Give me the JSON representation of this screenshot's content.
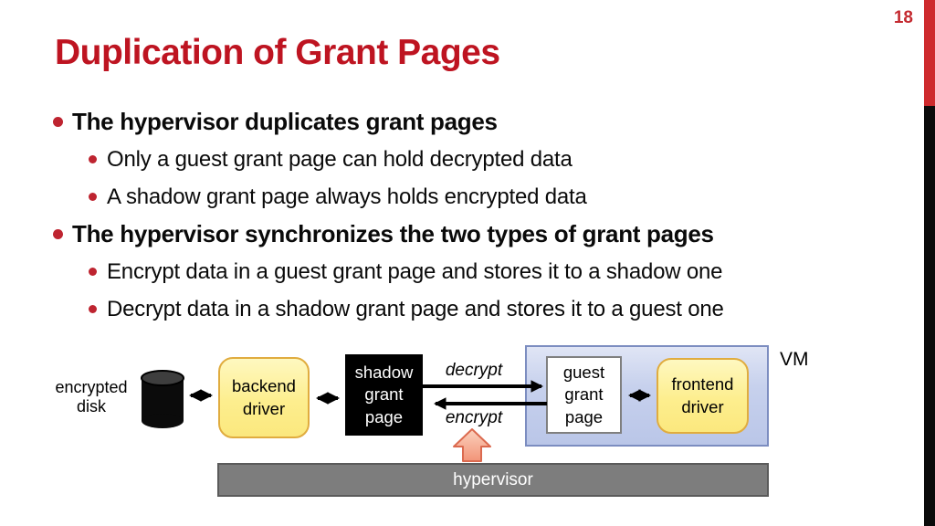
{
  "slide": {
    "number": "18",
    "title": "Duplication of Grant Pages"
  },
  "bullets": [
    {
      "level": 1,
      "text": "The hypervisor duplicates grant pages"
    },
    {
      "level": 2,
      "text": "Only a guest grant page can hold decrypted data"
    },
    {
      "level": 2,
      "text": "A shadow grant page always holds encrypted data"
    },
    {
      "level": 1,
      "text": "The hypervisor synchronizes the two types of grant pages"
    },
    {
      "level": 2,
      "text": "Encrypt data in a guest grant page and stores it to a shadow one"
    },
    {
      "level": 2,
      "text": "Decrypt data in a shadow grant page and stores it to a guest one"
    }
  ],
  "diagram": {
    "disk_label": "encrypted disk",
    "backend_label": "backend driver",
    "shadow_label": "shadow grant page",
    "decrypt_label": "decrypt",
    "encrypt_label": "encrypt",
    "guest_label": "guest grant page",
    "frontend_label": "frontend driver",
    "vm_label": "VM",
    "hypervisor_label": "hypervisor",
    "icons": {
      "disk": "disk-cylinder-icon",
      "up_arrow": "up-block-arrow-icon",
      "connectors": [
        "double-arrow-icon",
        "right-arrow-icon",
        "left-arrow-icon"
      ]
    }
  },
  "colors": {
    "title_red": "#BE1421",
    "bullet_dot_red": "#BE2430",
    "accent_bar_red": "#CE2A2D",
    "accent_bar_black": "#0B0B0B",
    "yellow_box_fill": "#FDEE8E",
    "yellow_box_border": "#E0AC3F",
    "vm_fill": "#C7D1ED",
    "vm_border": "#7C8DC0",
    "shadow_box_fill": "#000000",
    "guest_box_border": "#7F7F7F",
    "hypervisor_fill": "#7D7D7D",
    "hypervisor_border": "#5B5B5B",
    "up_arrow_fill": "#F29478",
    "up_arrow_border": "#DB6A4F"
  }
}
